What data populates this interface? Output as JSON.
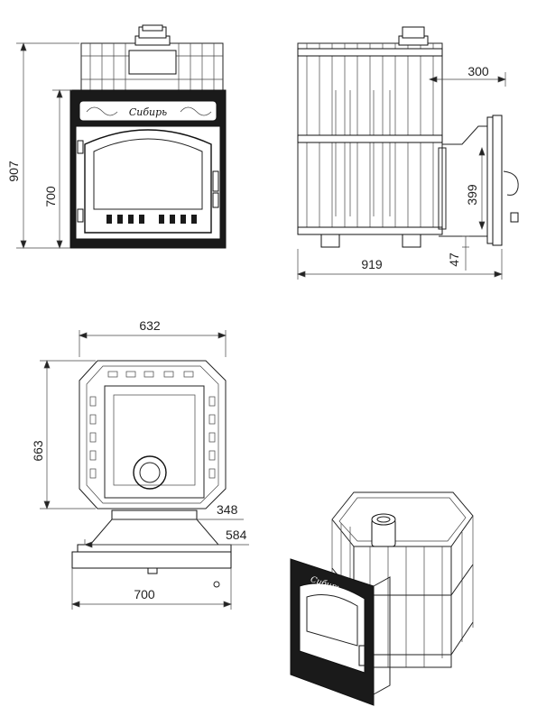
{
  "drawing": {
    "front_view": {
      "height_overall": "907",
      "height_door_panel": "700",
      "brand_script": "Сибирь"
    },
    "side_view": {
      "width_overall": "919",
      "flue_offset": "300",
      "door_height": "399",
      "leg_height": "47"
    },
    "top_view": {
      "width_body": "632",
      "depth_body": "663",
      "base_width_upper": "348",
      "base_width_lower": "584",
      "panel_width": "700"
    },
    "iso_view": {
      "brand_script": "Сибирь"
    }
  }
}
